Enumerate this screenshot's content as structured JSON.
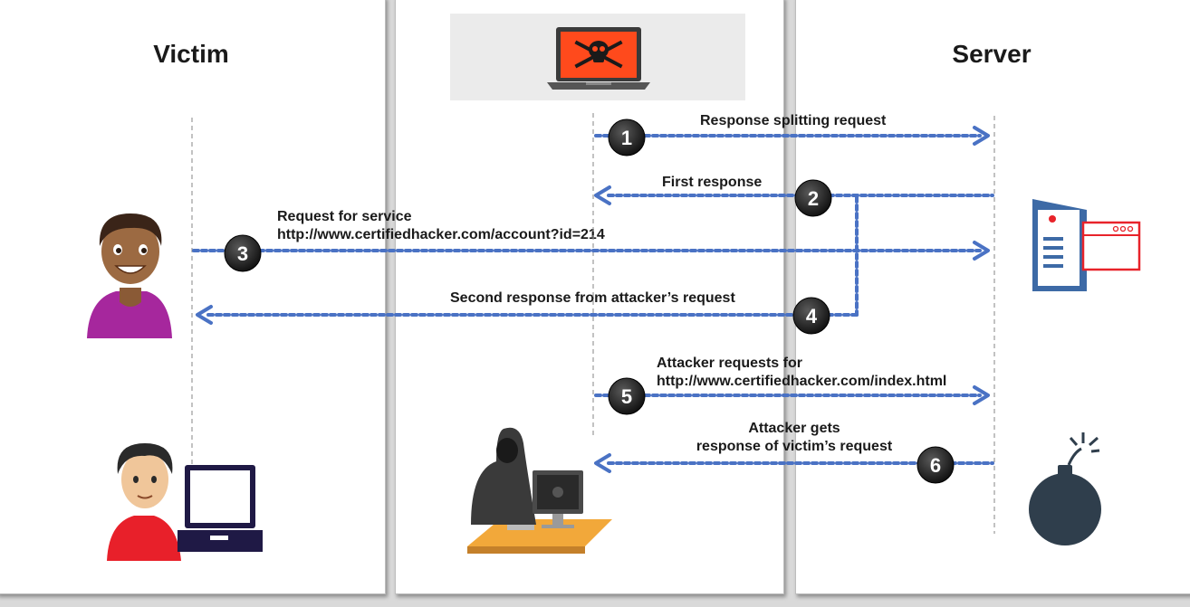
{
  "columns": {
    "victim_title": "Victim",
    "server_title": "Server"
  },
  "messages": [
    {
      "step": "1",
      "label": "Response splitting request"
    },
    {
      "step": "2",
      "label": "First response"
    },
    {
      "step": "3",
      "label_line1": "Request for service",
      "label_line2": "http://www.certifiedhacker.com/account?id=214"
    },
    {
      "step": "4",
      "label": "Second response from attacker’s request"
    },
    {
      "step": "5",
      "label_line1": "Attacker requests for",
      "label_line2": "http://www.certifiedhacker.com/index.html"
    },
    {
      "step": "6",
      "label_line1": "Attacker gets",
      "label_line2": "response of victim’s request"
    }
  ],
  "icons": {
    "attacker_laptop": "skull-laptop-icon",
    "victim_person": "victim-avatar-icon",
    "victim_laptop_user": "user-with-laptop-icon",
    "hacker": "hooded-hacker-icon",
    "server": "server-icon",
    "bomb": "bomb-icon"
  },
  "colors": {
    "arrow": "#4a72c4",
    "badge": "#1a1a1a",
    "laptop_screen": "#ff4a1c",
    "server": "#3d6aa6",
    "server_window": "#e8232a",
    "bomb": "#2f3e4c"
  }
}
